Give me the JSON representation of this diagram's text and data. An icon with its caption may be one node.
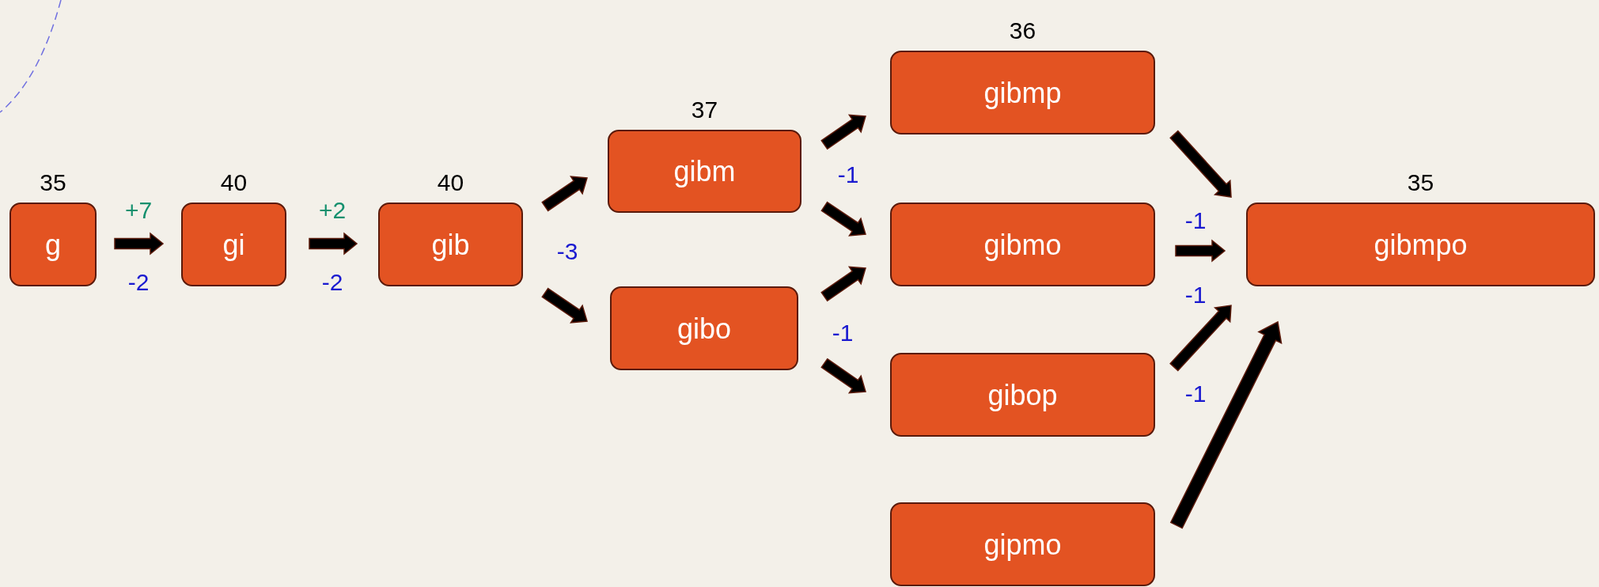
{
  "diagram": {
    "nodes": [
      {
        "text": [
          "g"
        ],
        "beside": [
          "35"
        ]
      },
      {
        "text": [
          "gi"
        ],
        "beside": [
          "40"
        ]
      },
      {
        "text": [
          "gib"
        ],
        "beside": [
          "40"
        ]
      },
      {
        "text": [
          "gibm"
        ],
        "beside": [
          "37"
        ]
      },
      {
        "text": [
          "gibo"
        ]
      },
      {
        "text": [
          "gibmp"
        ],
        "beside": [
          "36"
        ]
      },
      {
        "text": [
          "gibmo"
        ]
      },
      {
        "text": [
          "gibop"
        ]
      },
      {
        "text": [
          "gipmo"
        ]
      },
      {
        "text": [
          "gibmpo"
        ],
        "beside": [
          "35"
        ]
      }
    ],
    "edges": [
      {
        "from": 0,
        "to": 1,
        "arrow": "to"
      },
      {
        "from": 1,
        "to": 2,
        "arrow": "to"
      },
      {
        "from": 2,
        "to": 3,
        "arrow": "to"
      },
      {
        "from": 2,
        "to": 4,
        "arrow": "to"
      },
      {
        "from": 3,
        "to": 5,
        "arrow": "to"
      },
      {
        "from": 3,
        "to": 6,
        "arrow": "to"
      },
      {
        "from": 4,
        "to": 6,
        "arrow": "to"
      },
      {
        "from": 4,
        "to": 7,
        "arrow": "to"
      },
      {
        "from": 5,
        "to": 9,
        "arrow": "to"
      },
      {
        "from": 6,
        "to": 9,
        "arrow": "to"
      },
      {
        "from": 7,
        "to": 9,
        "arrow": "to"
      },
      {
        "from": 8,
        "to": 9,
        "arrow": "to",
        "style": "thick"
      }
    ],
    "labels": [
      "+7",
      "-2",
      "+2",
      "-2",
      "-3",
      "-1",
      "-1",
      "-1",
      "-1",
      "-1"
    ]
  }
}
